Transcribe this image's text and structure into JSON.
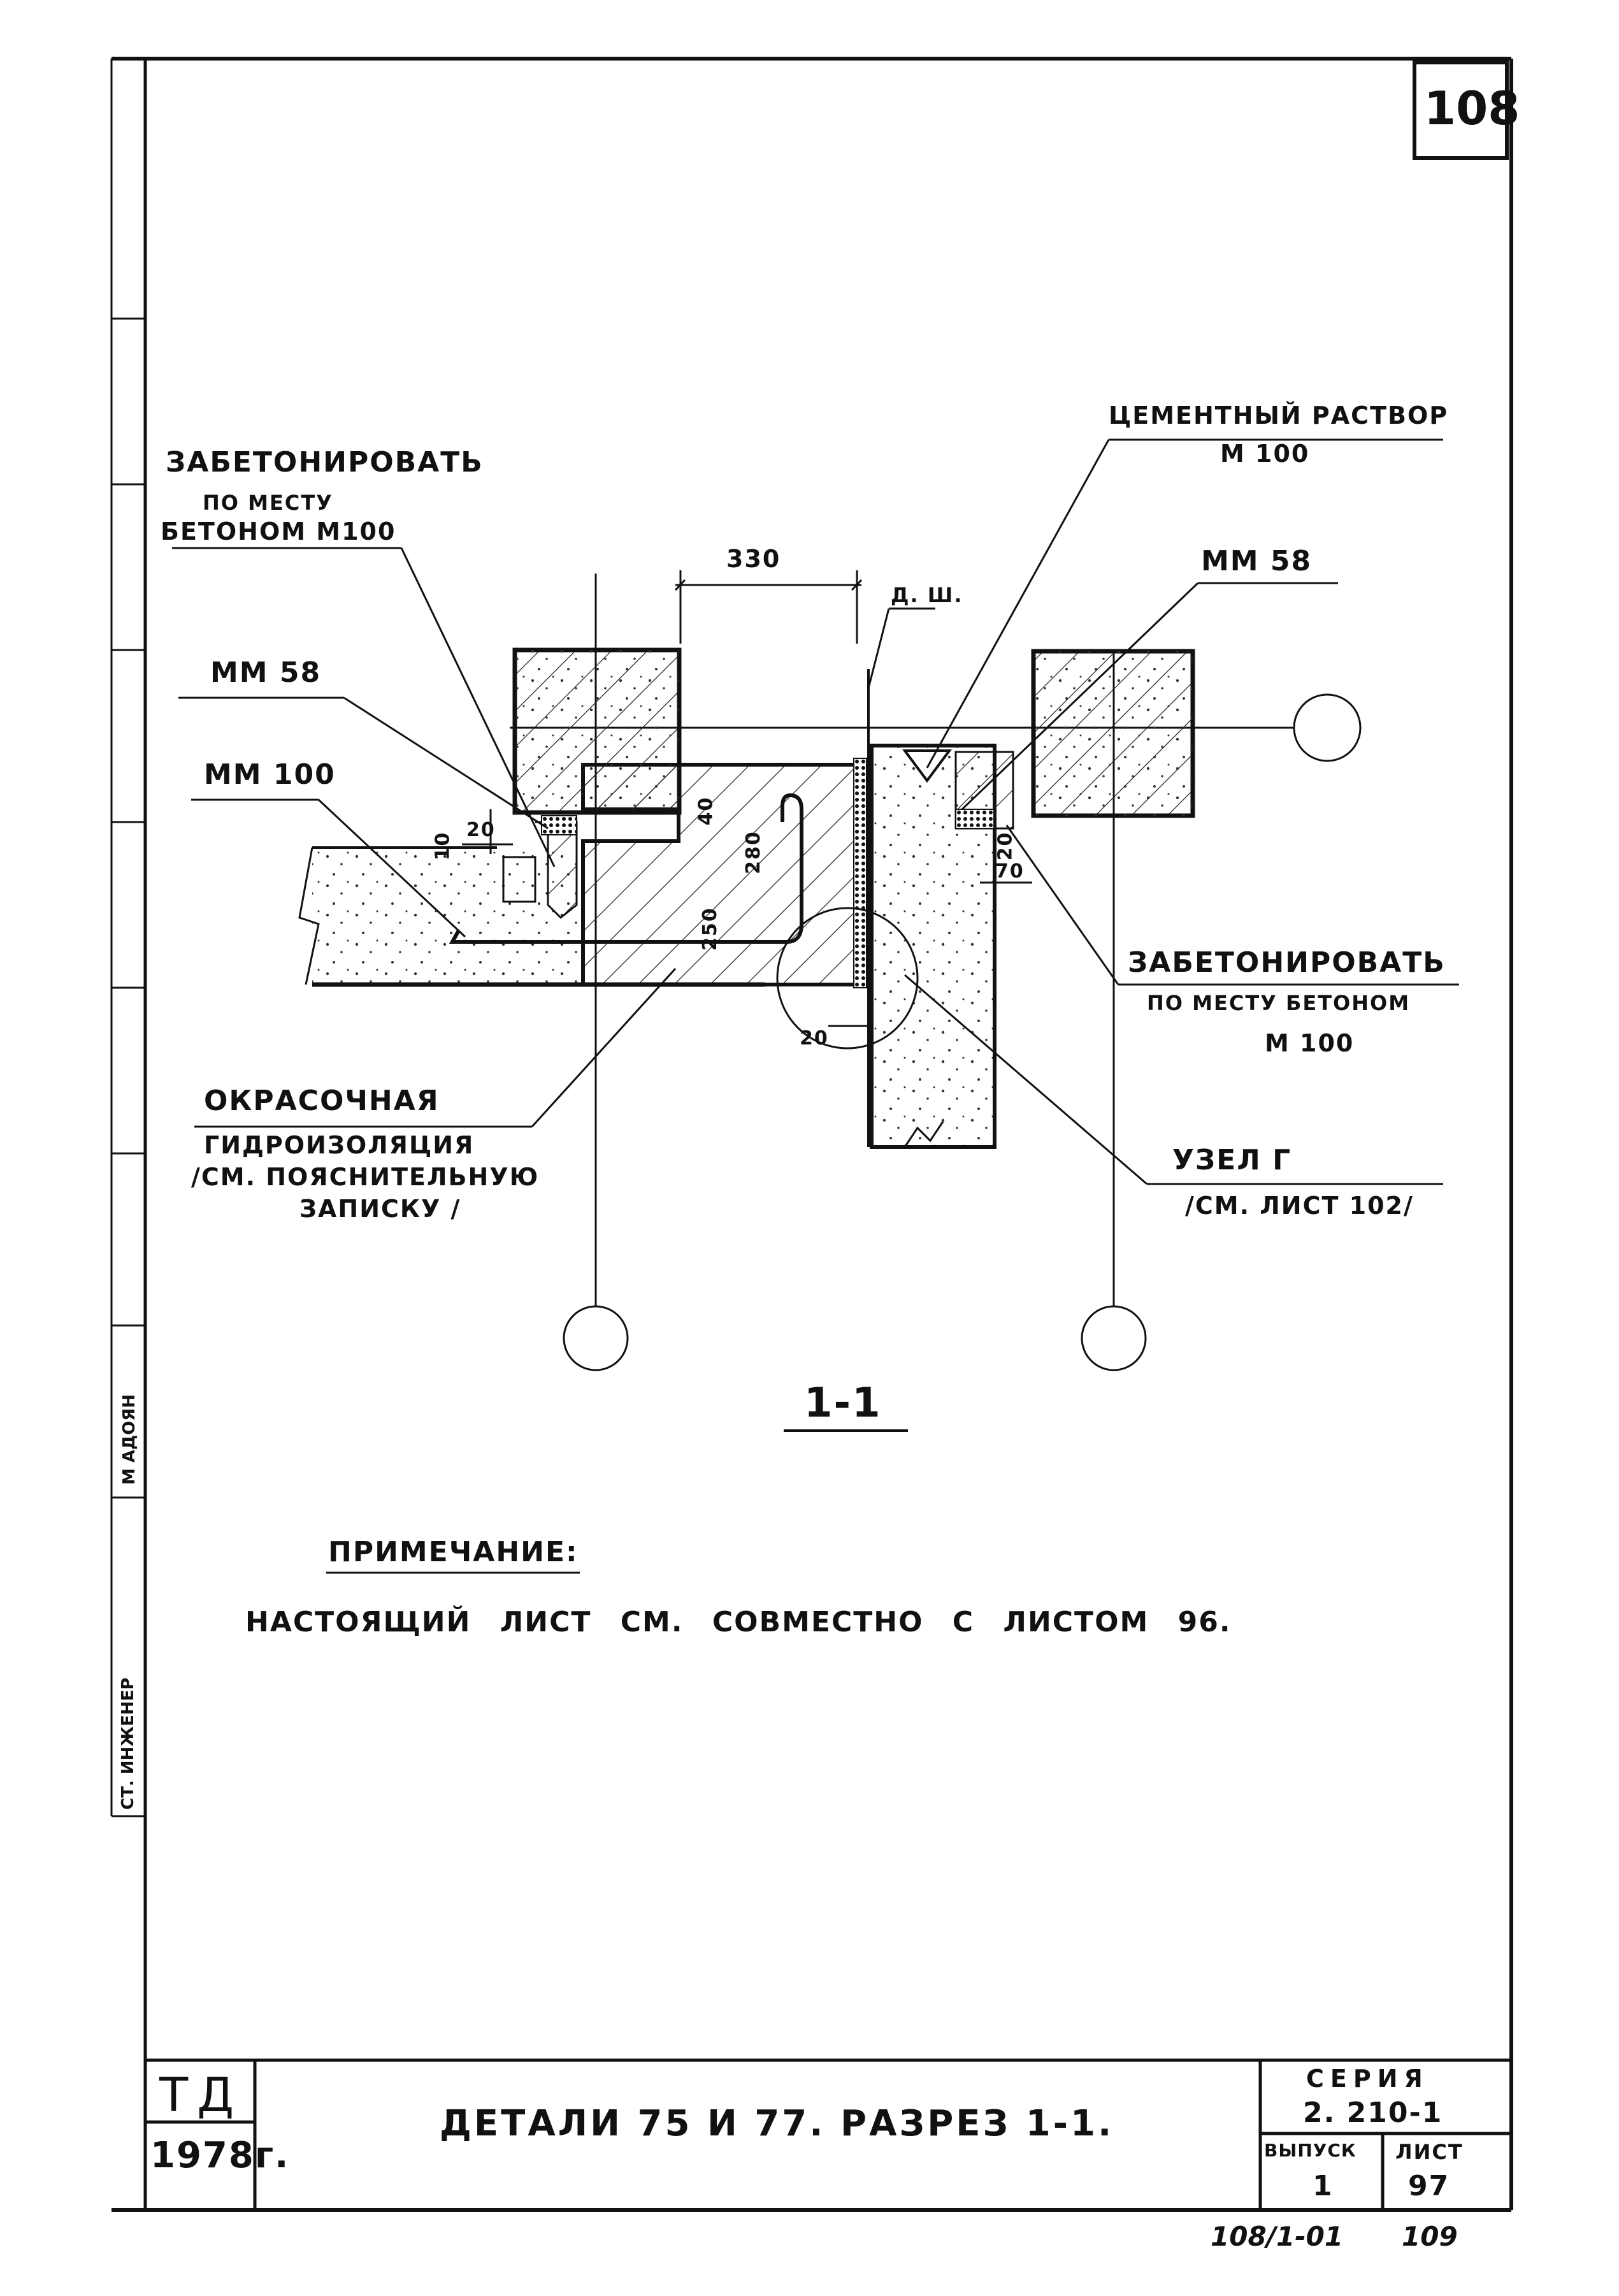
{
  "sheet_corner_number": "108",
  "labels": {
    "cement_mortar_1": "ЦЕМЕНТНЫЙ РАСТВОР",
    "cement_mortar_2": "М 100",
    "concrete_left_1": "ЗАБЕТОНИРОВАТЬ",
    "concrete_left_2": "ПО МЕСТУ",
    "concrete_left_3": "БЕТОНОМ М100",
    "mm58_left": "ММ 58",
    "mm100_left": "ММ 100",
    "mm58_right": "ММ 58",
    "dsh": "Д. Ш.",
    "concrete_right_1": "ЗАБЕТОНИРОВАТЬ",
    "concrete_right_2": "ПО МЕСТУ  БЕТОНОМ",
    "concrete_right_3": "М 100",
    "waterproof_1": "ОКРАСОЧНАЯ",
    "waterproof_2": "ГИДРОИЗОЛЯЦИЯ",
    "waterproof_3": "/СМ. ПОЯСНИТЕЛЬНУЮ",
    "waterproof_4": "ЗАПИСКУ /",
    "node_g_1": "УЗЕЛ Г",
    "node_g_2": "/СМ. ЛИСТ 102/"
  },
  "dimensions": {
    "d330": "330",
    "d10": "10",
    "d20_top": "20",
    "d40": "40",
    "d280": "280",
    "d250": "250",
    "d20_bottom": "20",
    "d20_right": "20",
    "d70": "70"
  },
  "section_label": "1-1",
  "note": {
    "title": "ПРИМЕЧАНИЕ:",
    "text": "НАСТОЯЩИЙ ЛИСТ СМ. СОВМЕСТНО С ЛИСТОМ 96."
  },
  "left_margin": {
    "role": "СТ. ИНЖЕНЕР",
    "name": "М АДОЯН"
  },
  "title_block": {
    "org": "ТД",
    "year": "1978г.",
    "title": "ДЕТАЛИ 75 И 77. РАЗРЕЗ 1-1.",
    "series_label": "СЕРИЯ",
    "series_value": "2. 210-1",
    "issue_label": "ВЫПУСК",
    "issue_value": "1",
    "sheet_label": "ЛИСТ",
    "sheet_value": "97"
  },
  "footer": {
    "code": "108/1-01",
    "page": "109"
  }
}
